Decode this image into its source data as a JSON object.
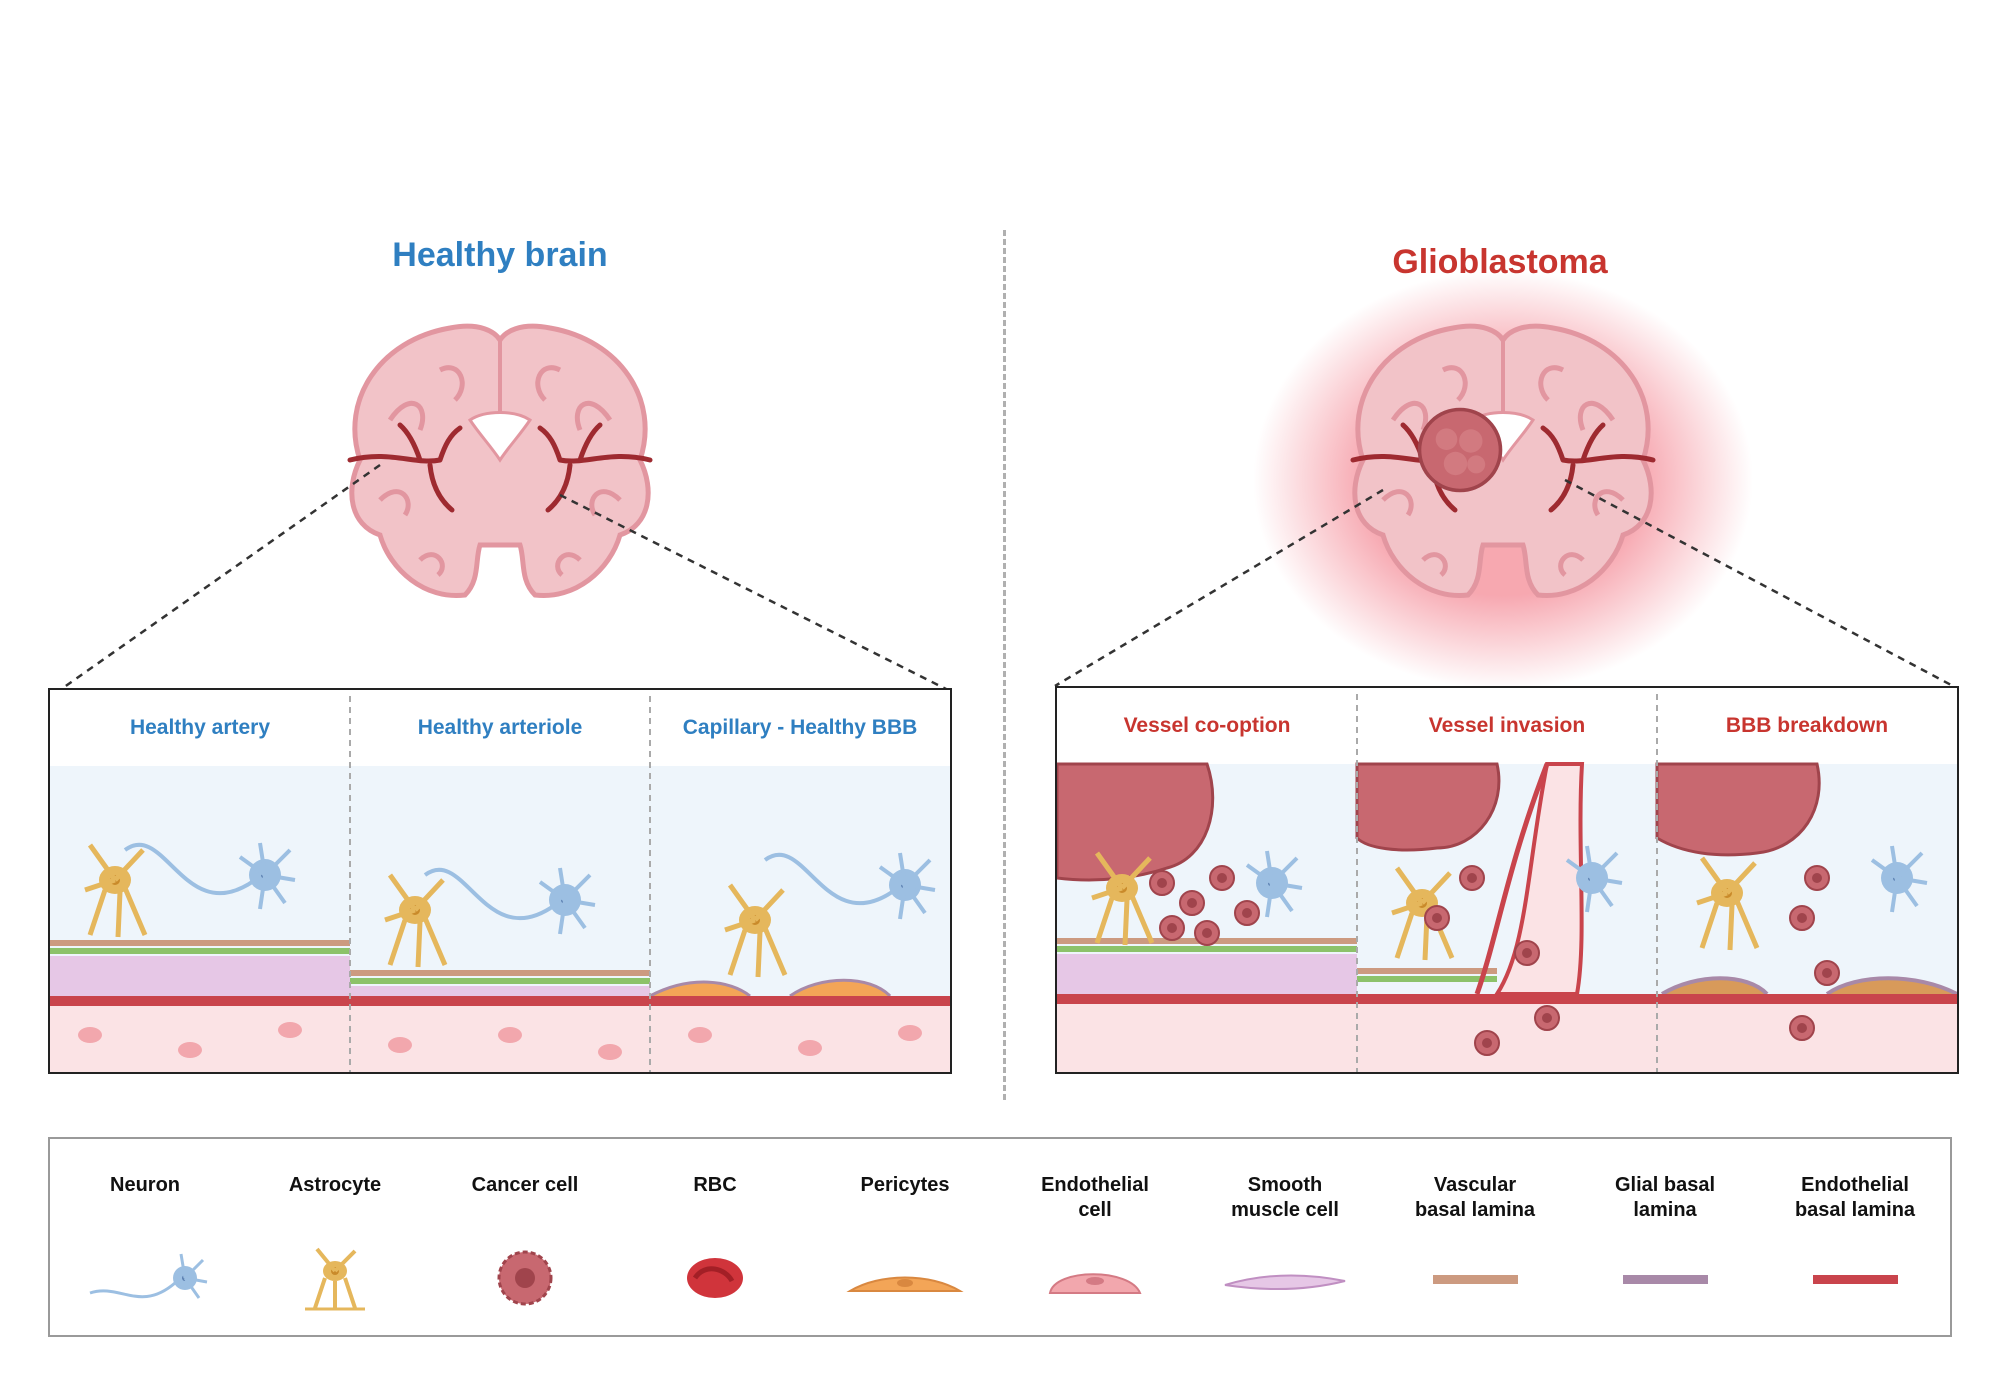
{
  "healthy": {
    "title": "Healthy brain",
    "panels": [
      "Healthy artery",
      "Healthy arteriole",
      "Capillary - Healthy BBB"
    ]
  },
  "glioblastoma": {
    "title": "Glioblastoma",
    "panels": [
      "Vessel co-option",
      "Vessel invasion",
      "BBB breakdown"
    ]
  },
  "legend": [
    {
      "label": "Neuron",
      "icon": "neuron-icon"
    },
    {
      "label": "Astrocyte",
      "icon": "astrocyte-icon"
    },
    {
      "label": "Cancer cell",
      "icon": "cancer-cell-icon"
    },
    {
      "label": "RBC",
      "icon": "rbc-icon"
    },
    {
      "label": "Pericytes",
      "icon": "pericyte-icon"
    },
    {
      "label": "Endothelial\ncell",
      "icon": "endothelial-cell-icon"
    },
    {
      "label": "Smooth\nmuscle cell",
      "icon": "smooth-muscle-cell-icon"
    },
    {
      "label": "Vascular\nbasal lamina",
      "icon": "vascular-basal-lamina-icon"
    },
    {
      "label": "Glial basal\nlamina",
      "icon": "glial-basal-lamina-icon"
    },
    {
      "label": "Endothelial\nbasal lamina",
      "icon": "endothelial-basal-lamina-icon"
    }
  ],
  "colors": {
    "healthy_title": "#2f7fc1",
    "tumor_title": "#c8352f",
    "neuron": "#9cbfe2",
    "astrocyte": "#e5b75c",
    "cancer": "#c86870",
    "rbc": "#d0343b",
    "pericyte": "#f3a557",
    "endothelial": "#f2a7ad",
    "smooth_muscle": "#d9aedb",
    "vascular_lamina": "#cc9a80",
    "glial_lamina": "#a889a8",
    "endothelial_lamina": "#c9444c"
  }
}
